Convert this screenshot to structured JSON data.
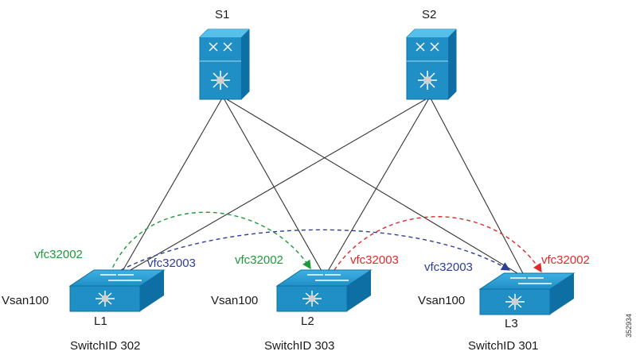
{
  "spines": [
    {
      "id": "s1",
      "label": "S1"
    },
    {
      "id": "s2",
      "label": "S2"
    }
  ],
  "leaves": [
    {
      "id": "l1",
      "label": "L1",
      "vsan": "Vsan100",
      "switch_id": "SwitchID 302"
    },
    {
      "id": "l2",
      "label": "L2",
      "vsan": "Vsan100",
      "switch_id": "SwitchID 303"
    },
    {
      "id": "l3",
      "label": "L3",
      "vsan": "Vsan100",
      "switch_id": "SwitchID 301"
    }
  ],
  "vfc_labels": {
    "l1_green": "vfc32002",
    "l1_blue": "vfc32003",
    "l2_green": "vfc32002",
    "l2_red": "vfc32003",
    "l3_blue": "vfc32003",
    "l3_red": "vfc32002"
  },
  "colors": {
    "device_blue": "#1f8fc6",
    "device_dark": "#0d6fa3",
    "green": "#1e9a3a",
    "blue": "#2c3e96",
    "red": "#e0292b",
    "link": "#333333"
  },
  "figure_number": "352934"
}
